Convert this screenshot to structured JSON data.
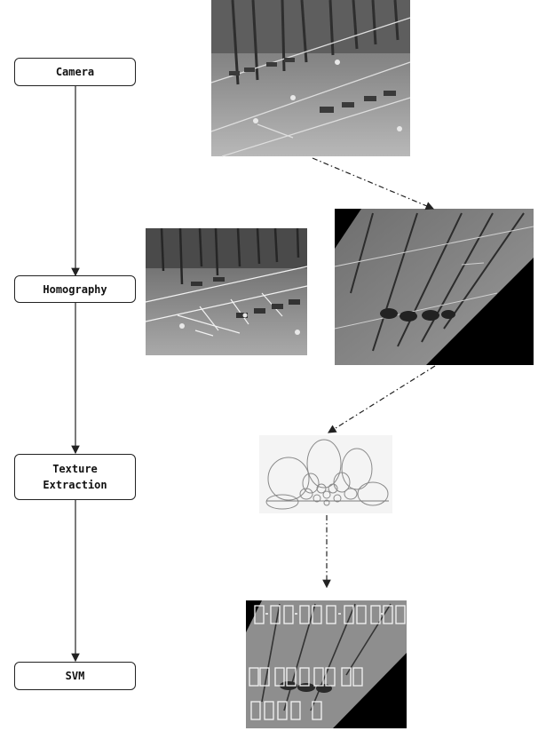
{
  "pipeline": {
    "steps": [
      {
        "label": "Camera"
      },
      {
        "label": "Homography"
      },
      {
        "label": "Texture\nExtraction"
      },
      {
        "label": "SVM"
      }
    ]
  },
  "colors": {
    "line": "#222222",
    "photo_dark": "#333333",
    "photo_light": "#a8a8a8",
    "black": "#000000"
  },
  "illustrations": [
    {
      "name": "camera-view-photo",
      "description_icon": "parking-lot-photo-icon"
    },
    {
      "name": "parking-lot-annotated-photo",
      "description_icon": "parking-lot-photo-icon"
    },
    {
      "name": "rectified-homography-photo",
      "description_icon": "warped-photo-icon"
    },
    {
      "name": "gabor-filter-bank",
      "description_icon": "filter-bank-icon"
    },
    {
      "name": "detected-spaces-photo",
      "description_icon": "detection-boxes-icon"
    }
  ]
}
